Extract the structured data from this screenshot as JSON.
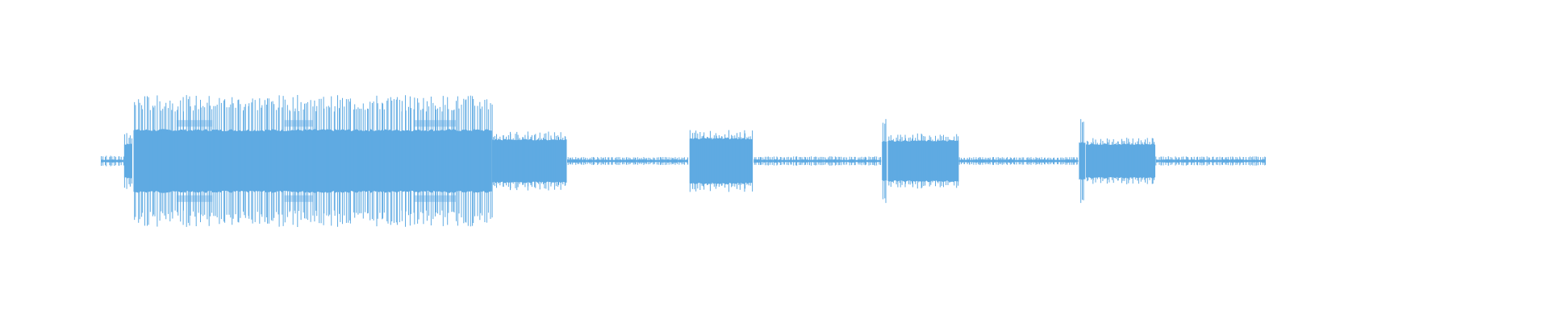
{
  "waveform": {
    "color": "#5faae2",
    "highlight_color": "#a9d0f0",
    "segments": [
      {
        "t0": 0.0,
        "t1": 0.02,
        "peak": 0.08,
        "rms": 0.02
      },
      {
        "t0": 0.02,
        "t1": 0.028,
        "peak": 0.45,
        "rms": 0.3
      },
      {
        "t0": 0.028,
        "t1": 0.336,
        "peak": 1.0,
        "rms": 0.55
      },
      {
        "t0": 0.336,
        "t1": 0.4,
        "peak": 0.45,
        "rms": 0.38
      },
      {
        "t0": 0.4,
        "t1": 0.505,
        "peak": 0.06,
        "rms": 0.02
      },
      {
        "t0": 0.505,
        "t1": 0.56,
        "peak": 0.47,
        "rms": 0.4
      },
      {
        "t0": 0.56,
        "t1": 0.67,
        "peak": 0.07,
        "rms": 0.02
      },
      {
        "t0": 0.67,
        "t1": 0.675,
        "peak": 0.7,
        "rms": 0.35
      },
      {
        "t0": 0.675,
        "t1": 0.736,
        "peak": 0.42,
        "rms": 0.36
      },
      {
        "t0": 0.736,
        "t1": 0.839,
        "peak": 0.06,
        "rms": 0.02
      },
      {
        "t0": 0.839,
        "t1": 0.845,
        "peak": 0.68,
        "rms": 0.33
      },
      {
        "t0": 0.845,
        "t1": 0.905,
        "peak": 0.36,
        "rms": 0.3
      },
      {
        "t0": 0.905,
        "t1": 1.0,
        "peak": 0.07,
        "rms": 0.02
      }
    ]
  }
}
